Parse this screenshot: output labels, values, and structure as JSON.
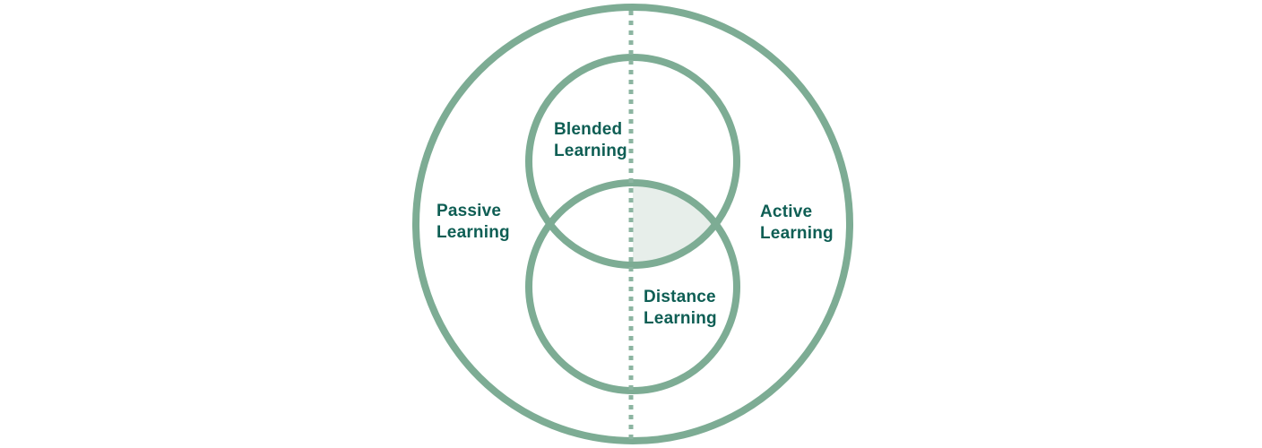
{
  "diagram": {
    "title_semantic": "learning-types-venn-diagram",
    "labels": {
      "blended": "Blended\nLearning",
      "passive": "Passive\nLearning",
      "active": "Active\nLearning",
      "distance": "Distance\nLearning"
    },
    "colors": {
      "circle_stroke": "#7dac94",
      "dotted_line": "#8cb5a1",
      "overlap_fill": "#e7eeea",
      "label_text": "#0e5e54",
      "background": "#ffffff"
    }
  }
}
